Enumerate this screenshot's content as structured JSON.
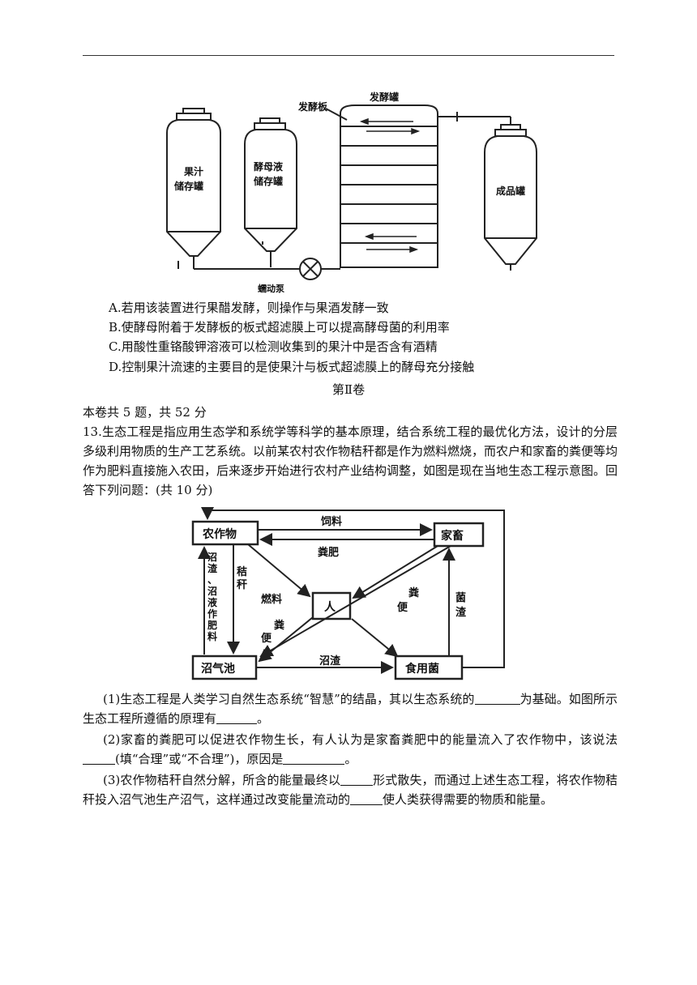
{
  "figure1": {
    "labels": {
      "juice_tank": [
        "果汁",
        "储存罐"
      ],
      "yeast_tank": [
        "酵母液",
        "储存罐"
      ],
      "ferment_plate": "发酵板",
      "ferment_tank": "发酵罐",
      "product_tank": "成品罐",
      "pump": "蠕动泵"
    }
  },
  "options": [
    "A.若用该装置进行果醋发酵，则操作与果酒发酵一致",
    "B.使酵母附着于发酵板的板式超滤膜上可以提高酵母菌的利用率",
    "C.用酸性重铬酸钾溶液可以检测收集到的果汁中是否含有酒精",
    "D.控制果汁流速的主要目的是使果汁与板式超滤膜上的酵母充分接触"
  ],
  "section_title": "第Ⅱ卷",
  "section_note": "本卷共 5 题，共 52 分",
  "q13": {
    "stem": "13.生态工程是指应用生态学和系统学等科学的基本原理，结合系统工程的最优化方法，设计的分层多级利用物质的生产工艺系统。以前某农村农作物秸秆都是作为燃料燃烧，而农户和家畜的粪便等均作为肥料直接施入农田，后来逐步开始进行农村产业结构调整，如图是现在当地生态工程示意图。回答下列问题：(共 10 分)",
    "p1a": "(1)生态工程是人类学习自然生态系统“智慧”的结晶，其以生态系统的",
    "p1b": "为基础。如图所示生态工程所遵循的原理有",
    "p1c": "。",
    "p2a": "(2)家畜的粪肥可以促进农作物生长，有人认为是家畜粪肥中的能量流入了农作物中，该说法",
    "p2b": "(填“合理”或“不合理”)，原因是",
    "p2c": "。",
    "p3a": "(3)农作物秸秆自然分解，所含的能量最终以",
    "p3b": "形式散失，而通过上述生态工程，将农作物秸秆投入沼气池生产沼气，这样通过改变能量流动的",
    "p3c": "使人类获得需要的物质和能量。"
  },
  "figure2": {
    "nodes": {
      "crops": "农作物",
      "livestock": "家畜",
      "human": "人",
      "biogas": "沼气池",
      "fungi": "食用菌"
    },
    "edges": {
      "feed": "饲料",
      "manure_fert": "粪肥",
      "residue_fert": [
        "沼",
        "渣",
        "、",
        "沼",
        "液",
        "作",
        "肥",
        "料"
      ],
      "straw": [
        "秸",
        "秆"
      ],
      "fuel": "燃料",
      "feces_left": [
        "粪",
        "便"
      ],
      "feces_right": [
        "粪",
        "便"
      ],
      "fungi_residue": [
        "菌",
        "渣"
      ],
      "biogas_residue": "沼渣"
    }
  }
}
